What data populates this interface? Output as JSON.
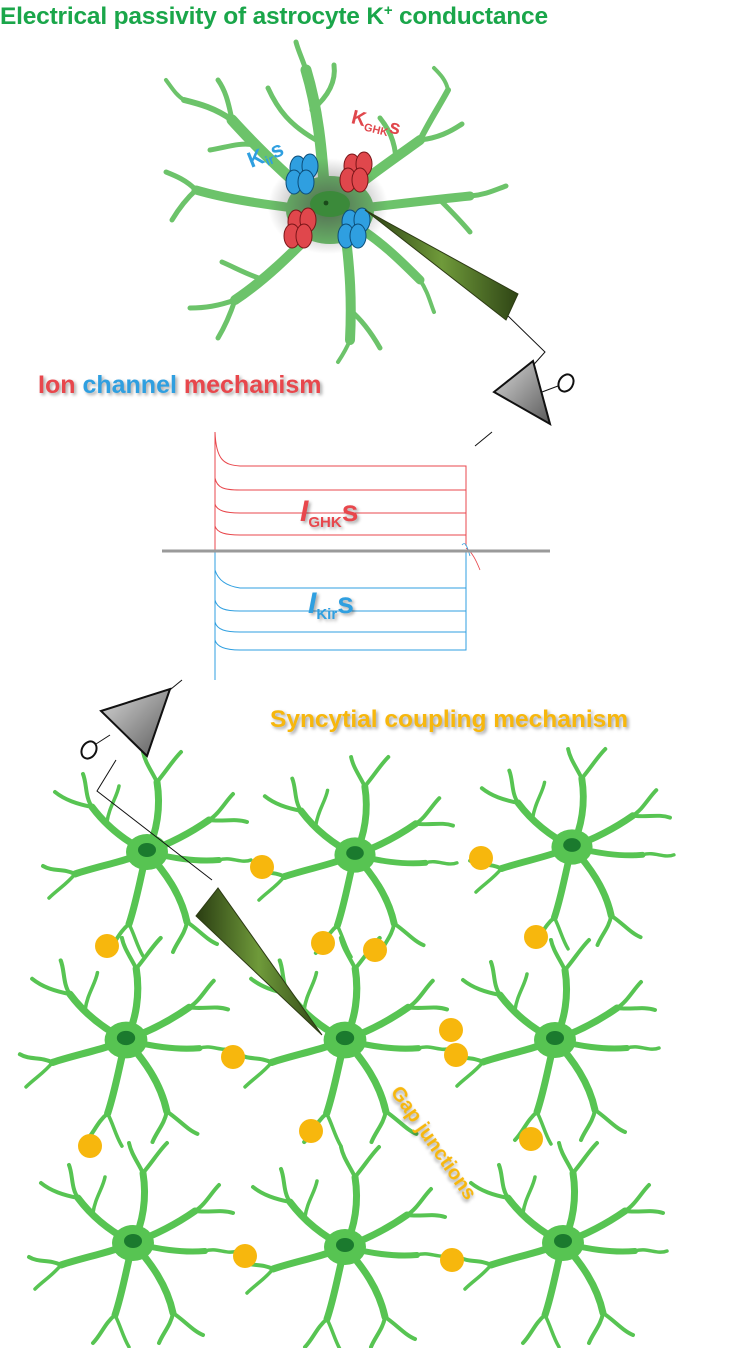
{
  "title": {
    "main": "Electrical passivity of astrocyte K",
    "sup": "+",
    "rest": " conductance"
  },
  "channel_labels": {
    "kir": {
      "base": "K",
      "sub": "ir",
      "suffix": "s"
    },
    "kghk": {
      "base": "K",
      "sub": "GHK",
      "suffix": "s"
    }
  },
  "ion_mechanism": {
    "word1": "Ion",
    "word2": "channel",
    "word3": "mechanism"
  },
  "currents": {
    "ghk": {
      "base": "I",
      "sub": "GHK",
      "suffix": "s"
    },
    "kir": {
      "base": "I",
      "sub": "Kir",
      "suffix": "s"
    }
  },
  "syncytial_label": "Syncytial coupling mechanism",
  "gap_label": "Gap junctions",
  "colors": {
    "title": "#1aa64a",
    "astrocyte": "#6cc36a",
    "astrocyte_network": "#57c452",
    "nucleus": "#1b7a2e",
    "kir_channel": "#2f9fe0",
    "ghk_channel": "#e0474c",
    "gap_junction": "#f7b70d",
    "trace_outward": "#e8474c",
    "trace_inward": "#2f9fe0",
    "baseline": "#9a9a9a",
    "amplifier": "#777777",
    "pipette": "#5a7f2c"
  }
}
